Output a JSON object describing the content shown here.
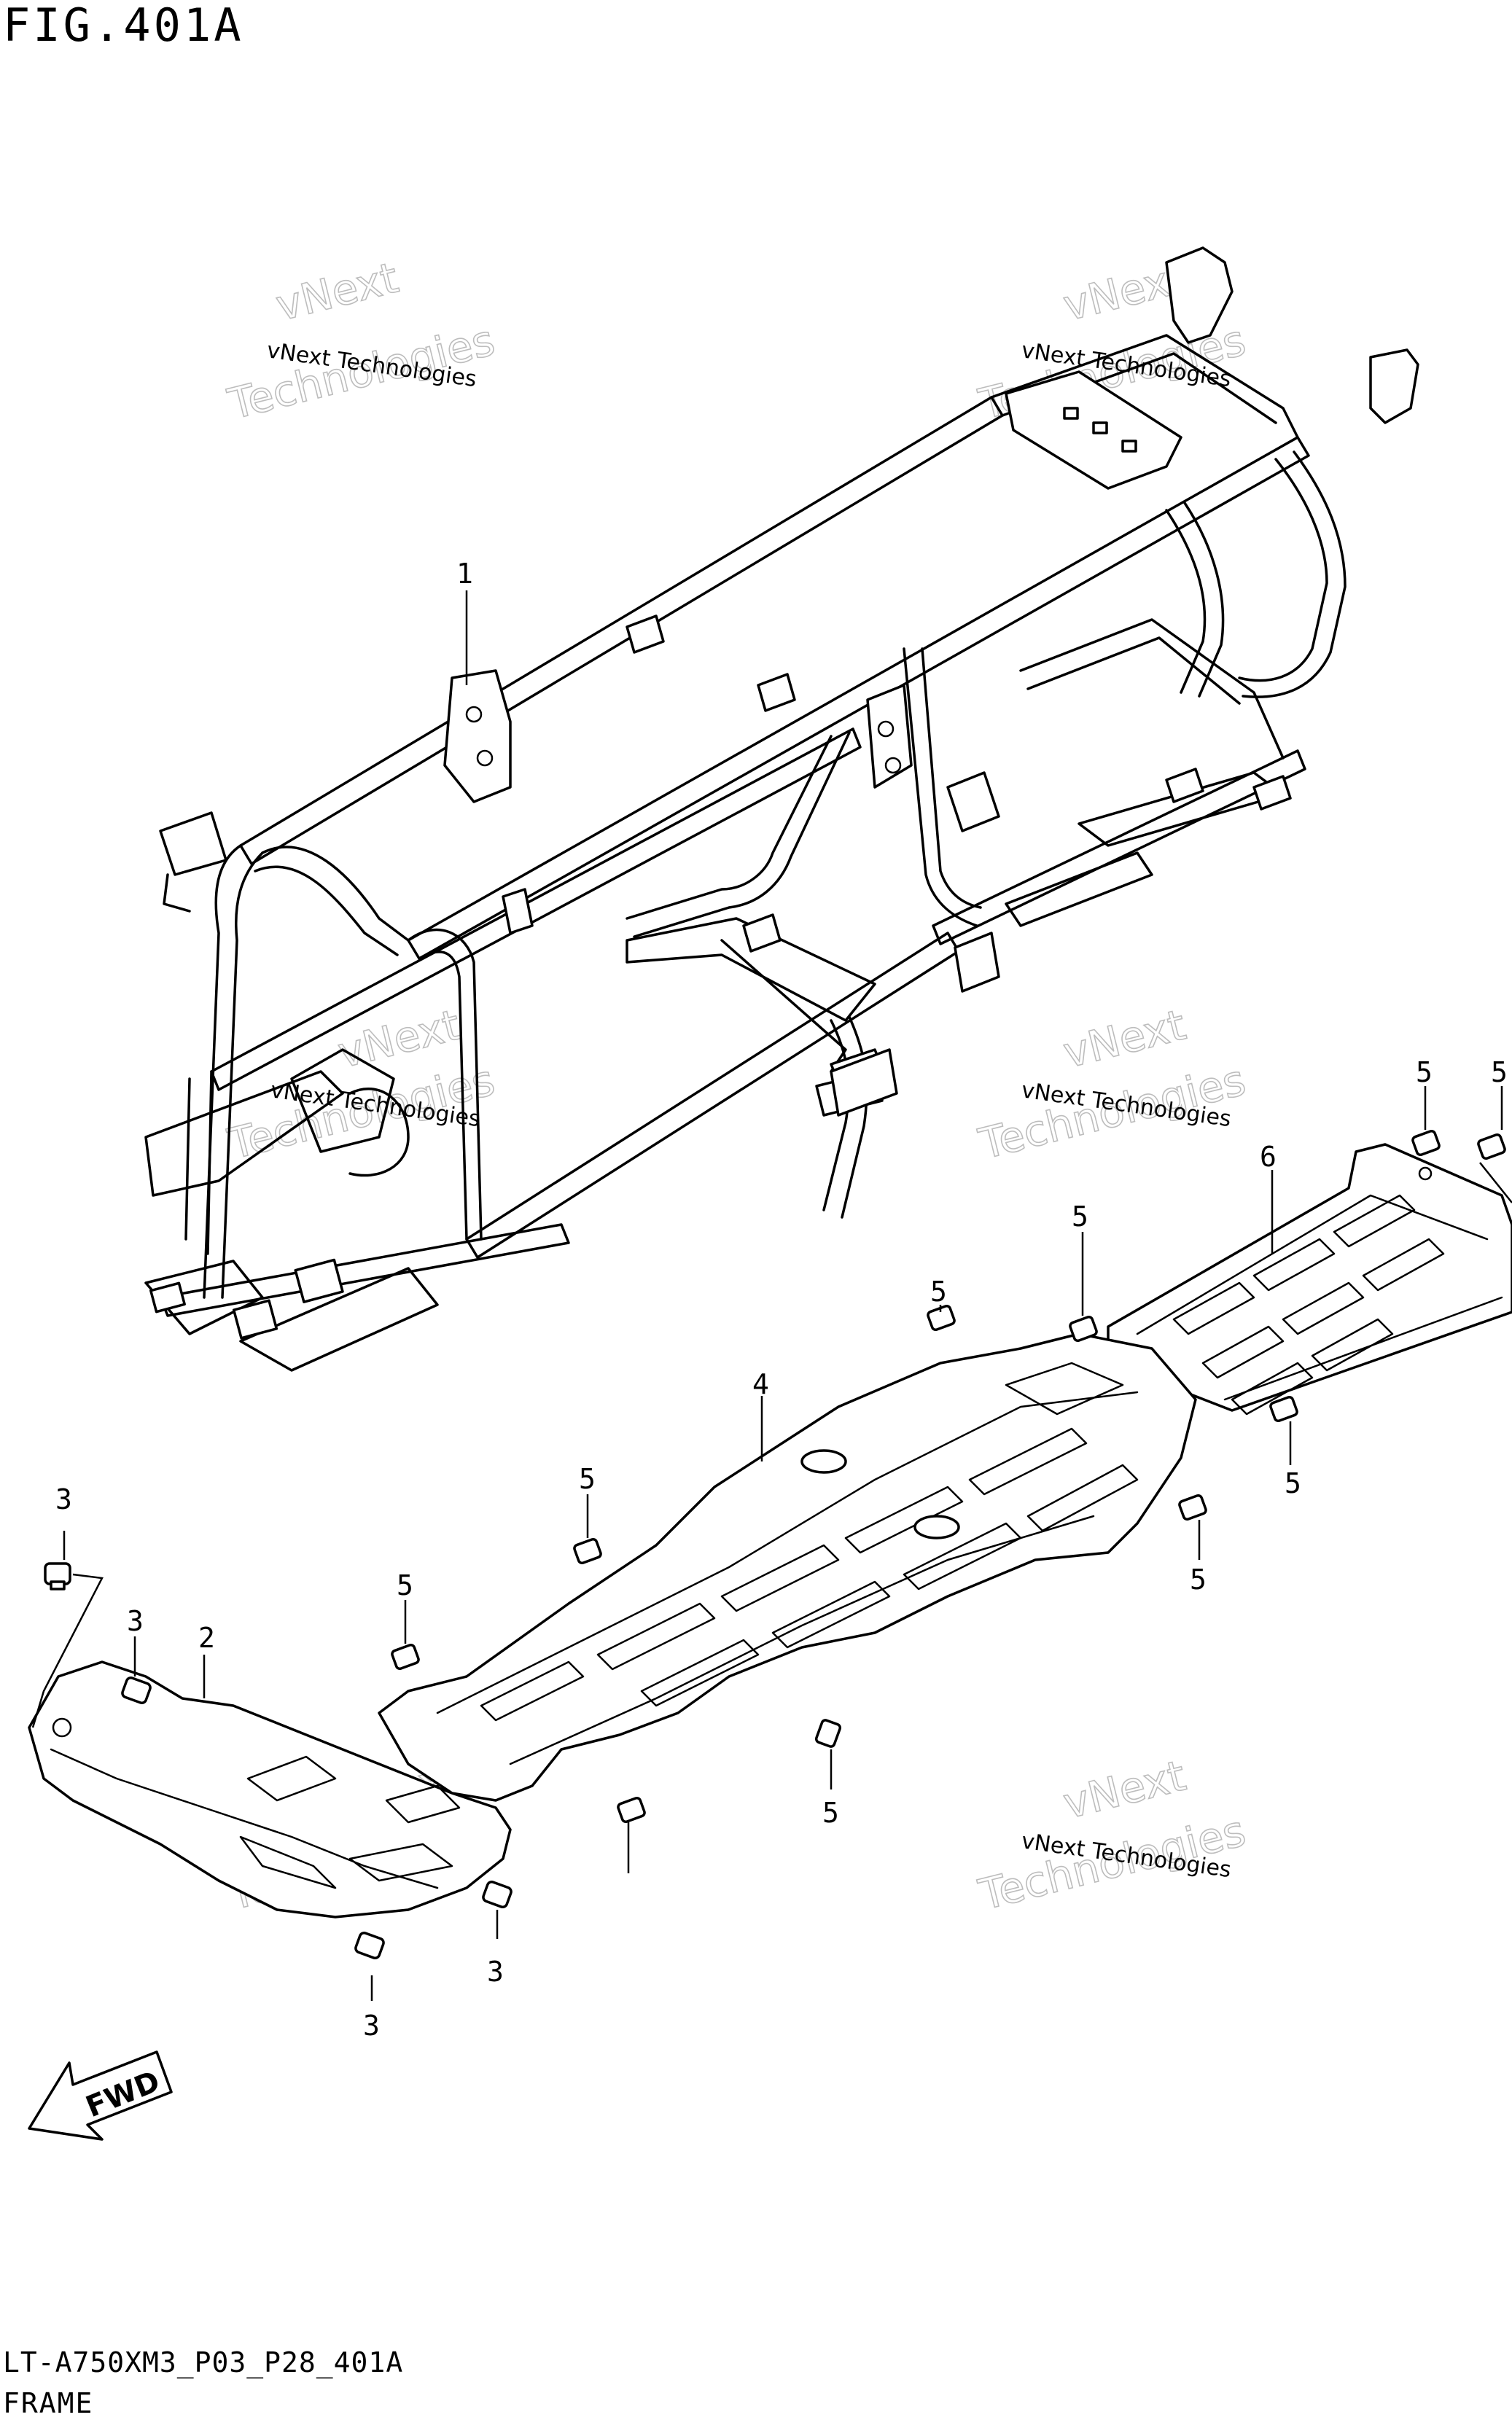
{
  "figure_title": "FIG.401A",
  "model_code": "LT-A750XM3_P03_P28_401A",
  "section_name": "FRAME",
  "fwd_label": "FWD",
  "watermark": {
    "line1": "vNext Technologies",
    "line2": "vNext",
    "line3": "Technologies"
  },
  "callouts": {
    "c1": "1",
    "c2": "2",
    "c3a": "3",
    "c3b": "3",
    "c3c": "3",
    "c3d": "3",
    "c4": "4",
    "c5a": "5",
    "c5b": "5",
    "c5c": "5",
    "c5d": "5",
    "c5e": "5",
    "c5f": "5",
    "c5g": "5",
    "c5h": "5",
    "c5i": "5",
    "c6": "6"
  }
}
